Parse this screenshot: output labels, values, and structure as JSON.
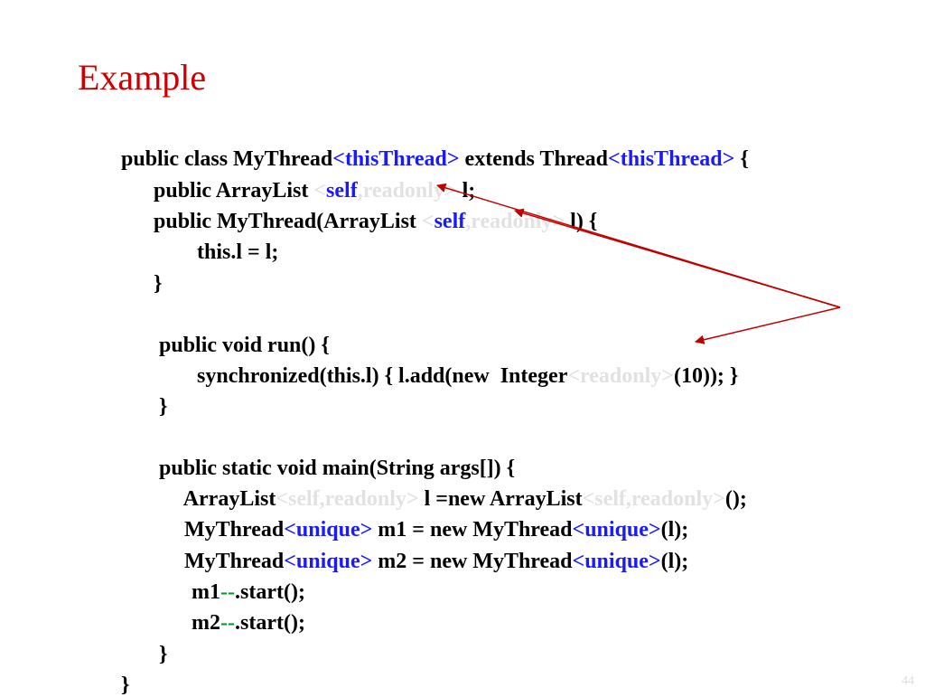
{
  "slide": {
    "title": "Example",
    "page_number": "44"
  },
  "code": {
    "l1": {
      "a": "public class MyThread",
      "b": "<thisThread>",
      "c": " extends Thread",
      "d": "<thisThread>",
      "e": " {"
    },
    "l2": {
      "a": "public ArrayList ",
      "b": "<",
      "c": "self",
      "d": ",readonly>",
      "e": " l;"
    },
    "l3": {
      "a": "public MyThread(ArrayList ",
      "b": "<",
      "c": "self",
      "d": ",readonly>",
      "e": " l) {"
    },
    "l4": {
      "a": "this.l = l;"
    },
    "l5": {
      "a": "}"
    },
    "l6": {
      "a": "public void run() {"
    },
    "l7": {
      "a": "synchronized(this.l) { l.add(new  Integer",
      "b": "<readonly>",
      "c": "(10)); }"
    },
    "l8": {
      "a": "}"
    },
    "l9": {
      "a": "public static void main(String args[]) {"
    },
    "l10": {
      "a": "ArrayList",
      "b": "<self,readonly>",
      "c": " l =new ArrayList",
      "d": "<self,readonly>",
      "e": "();"
    },
    "l11": {
      "a": "MyThread",
      "b": "<unique>",
      "c": " m1 = new MyThread",
      "d": "<unique>",
      "e": "(l);"
    },
    "l12": {
      "a": "MyThread",
      "b": "<unique>",
      "c": " m2 = new MyThread",
      "d": "<unique>",
      "e": "(l);"
    },
    "l13": {
      "a": "m1",
      "b": "--",
      "c": ".start();"
    },
    "l14": {
      "a": "m2",
      "b": "--",
      "c": ".start();"
    },
    "l15": {
      "a": "}"
    },
    "l16": {
      "a": "}"
    }
  },
  "colors": {
    "title": "#cc0000",
    "owner_param": "#1a1aff",
    "faint_annotation": "#e2e2e2",
    "arrow": "#c00000",
    "dash": "#009933"
  }
}
